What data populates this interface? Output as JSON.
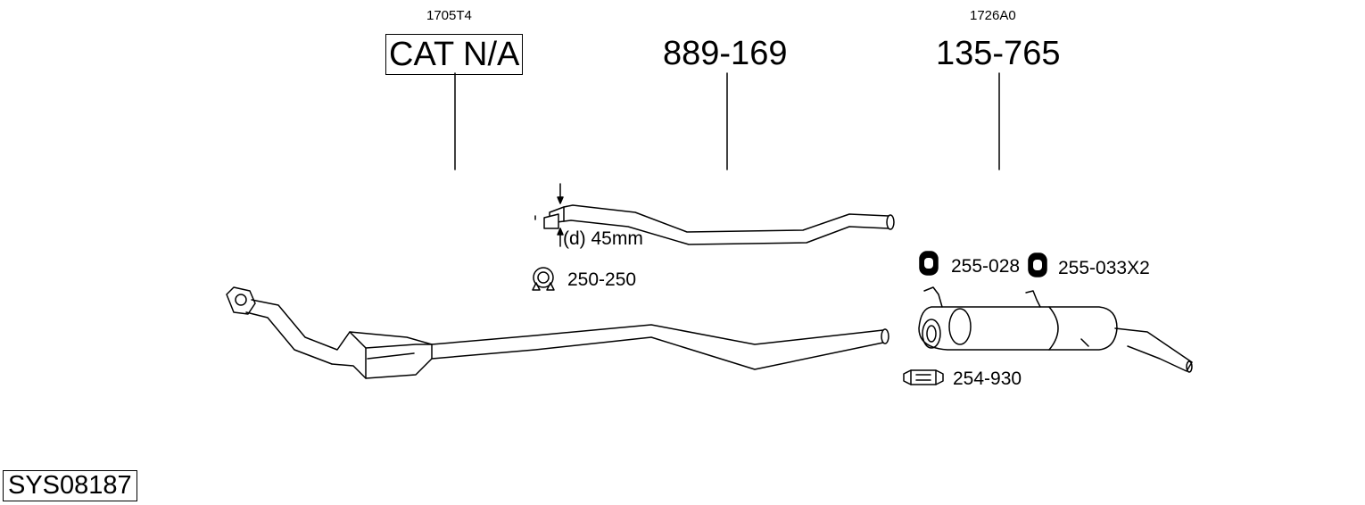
{
  "system_code": "SYS08187",
  "sections": [
    {
      "oe_ref": "1705T4",
      "part_number": "CAT N/A"
    },
    {
      "oe_ref": "",
      "part_number": "889-169"
    },
    {
      "oe_ref": "1726A0",
      "part_number": "135-765"
    }
  ],
  "pipe_note": "(d) 45mm",
  "accessories": [
    {
      "icon": "clamp-icon",
      "label": "250-250"
    },
    {
      "icon": "rubber-hanger-icon",
      "label": "255-028"
    },
    {
      "icon": "rubber-hanger-icon",
      "label": "255-033X2"
    },
    {
      "icon": "band-clamp-icon",
      "label": "254-930"
    }
  ]
}
